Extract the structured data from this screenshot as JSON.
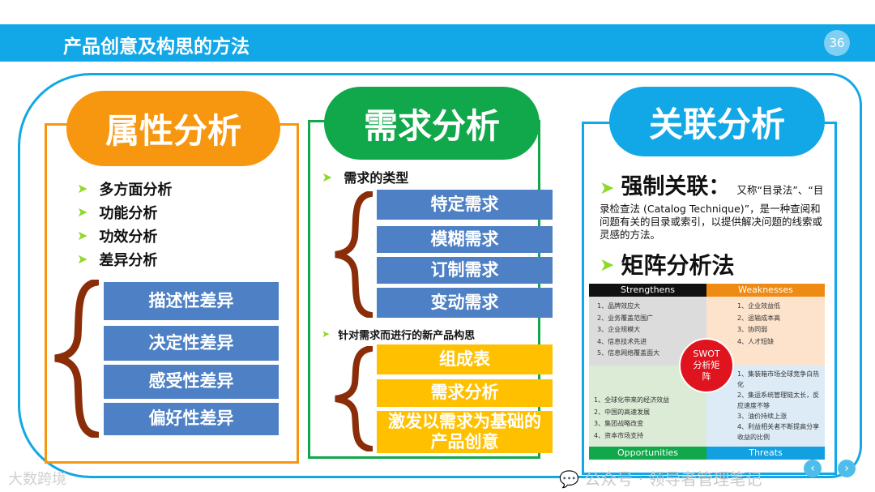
{
  "header": {
    "title": "产品创意及构思的方法",
    "page_number": "36"
  },
  "col1": {
    "title": "属性分析",
    "bullets": [
      "多方面分析",
      "功能分析",
      "功效分析",
      "差异分析"
    ],
    "boxes": [
      "描述性差异",
      "决定性差异",
      "感受性差异",
      "偏好性差异"
    ]
  },
  "col2": {
    "title": "需求分析",
    "section1": "需求的类型",
    "types": [
      "特定需求",
      "模糊需求",
      "订制需求",
      "变动需求"
    ],
    "section2": "针对需求而进行的新产品构思",
    "ideas": [
      "组成表",
      "需求分析",
      "激发以需求为基础的产品创意"
    ]
  },
  "col3": {
    "title": "关联分析",
    "item1_head": "强制关联：",
    "item1_text": "又称“目录法”、“目录检查法 (Catalog Technique)”，是一种查阅和问题有关的目录或索引，以提供解决问题的线索或灵感的方法。",
    "item2_head": "矩阵分析法",
    "swot": {
      "center": "SWOT 分析矩阵",
      "strengths": {
        "label": "Strengthens",
        "items": [
          "1、品牌效应大",
          "2、业务覆盖范围广",
          "3、企业规模大",
          "4、信息技术先进",
          "5、信息网络覆盖面大"
        ]
      },
      "weaknesses": {
        "label": "Weaknesses",
        "items": [
          "1、企业效益低",
          "2、运输成本高",
          "3、协同弱",
          "4、人才短缺"
        ]
      },
      "opportunities": {
        "label": "Opportunities",
        "items": [
          "1、全球化带来的经济效益",
          "2、中国的高速发展",
          "3、集团战略改变",
          "4、资本市场支持"
        ]
      },
      "threats": {
        "label": "Threats",
        "items": [
          "1、集装箱市场全球竞争白热化",
          "2、集运系统管理链太长，反应速度不够",
          "3、油价持续上涨",
          "4、利益相关者不断提高分享收益的比例"
        ]
      }
    }
  },
  "watermarks": {
    "wechat": "公众号 · 领导者管理笔记",
    "corner": "大数跨境"
  },
  "colors": {
    "blue": "#12a7e6",
    "orange": "#f7960f",
    "green": "#10a84a",
    "box_blue": "#4d80c4",
    "yellow": "#ffc000"
  }
}
